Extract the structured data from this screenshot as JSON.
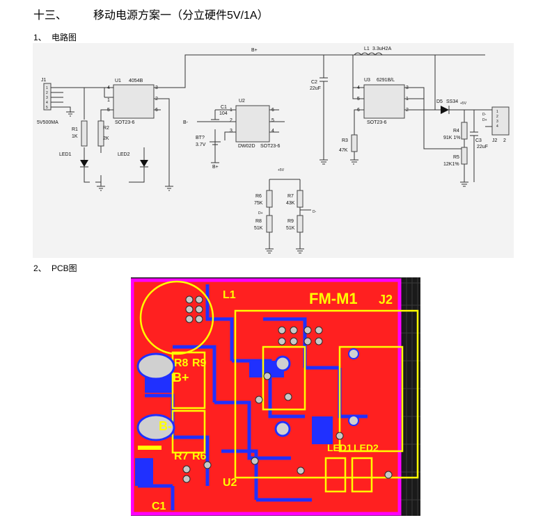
{
  "section": {
    "number": "十三、",
    "title": "移动电源方案一（分立硬件5V/1A）"
  },
  "subsections": [
    {
      "number": "1、",
      "label": "电路图"
    },
    {
      "number": "2、",
      "label": "PCB图"
    }
  ],
  "schematic": {
    "J1": {
      "ref": "J1",
      "value": "5V500MA",
      "pins": [
        "1",
        "2",
        "3",
        "4",
        "5"
      ]
    },
    "U1": {
      "ref": "U1",
      "part": "4054B",
      "package": "SOT23-6",
      "pins": [
        "4",
        "1",
        "5",
        "6",
        "3",
        "2"
      ]
    },
    "U2": {
      "ref": "U2",
      "part": "DW02D",
      "package": "SOT23-6",
      "pins": [
        "1",
        "2",
        "3",
        "6",
        "5",
        "4"
      ]
    },
    "U3": {
      "ref": "U3",
      "part": "6291B/L",
      "package": "SOT23-6",
      "pins": [
        "4",
        "5",
        "6",
        "3",
        "1",
        "2"
      ]
    },
    "C1": {
      "ref": "C1",
      "value": "104"
    },
    "C2": {
      "ref": "C2",
      "value": "22uF"
    },
    "C3": {
      "ref": "C3",
      "value": "22uF"
    },
    "BT": {
      "ref": "BT?",
      "value": "3.7V"
    },
    "L1": {
      "ref": "L1",
      "value": "3.3uH2A"
    },
    "D5": {
      "ref": "D5",
      "value": "SS34"
    },
    "R1": {
      "ref": "R1",
      "value": "1K"
    },
    "R2": {
      "ref": "R2",
      "value": "2K"
    },
    "R3": {
      "ref": "R3",
      "value": "47K"
    },
    "R4": {
      "ref": "R4",
      "value": "91K 1%"
    },
    "R5": {
      "ref": "R5",
      "value": "12K1%"
    },
    "R6": {
      "ref": "R6",
      "value": "75K"
    },
    "R7": {
      "ref": "R7",
      "value": "43K"
    },
    "R8": {
      "ref": "R8",
      "value": "51K"
    },
    "R9": {
      "ref": "R9",
      "value": "51K"
    },
    "LED1": "LED1",
    "LED2": "LED2",
    "J2": {
      "ref": "J2",
      "extra": "2",
      "pins": [
        "1",
        "2",
        "3",
        "4"
      ]
    },
    "net_labels": {
      "bplus": "B+",
      "bminus": "B-",
      "dminus": "D-",
      "dplus": "D+",
      "v5": "+5V"
    }
  },
  "pcb": {
    "title": "FM-M1",
    "labels": {
      "j2": "J2",
      "r8": "R8",
      "r9": "R9",
      "r7": "R7",
      "r6": "R6",
      "u2": "U2",
      "c1": "C1",
      "led1": "LED1",
      "led2": "LED2",
      "bplus": "B+",
      "bminus": "B-",
      "l1": "L1"
    },
    "colors": {
      "board": "#ff2020",
      "outline": "#ff00ff",
      "silk": "#ffff00",
      "trace": "#2030ff",
      "pad": "#c8c8c8"
    }
  }
}
